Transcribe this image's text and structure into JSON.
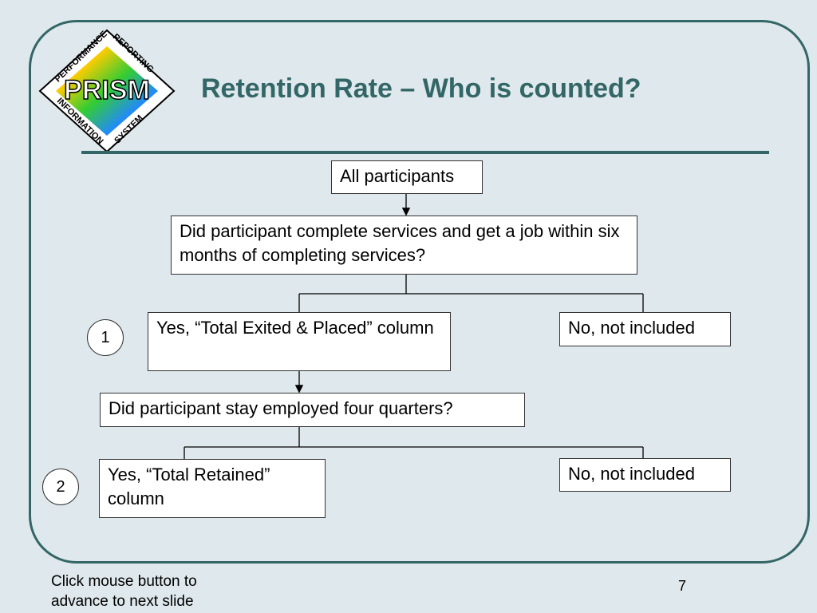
{
  "logo": {
    "text_top_left": "PERFORMANCE",
    "text_top_right": "REPORTING",
    "text_bottom_left": "INFORMATION",
    "text_bottom_right": "SYSTEM",
    "center": "PRISM"
  },
  "title": "Retention Rate – Who is counted?",
  "flow": {
    "start": "All participants",
    "q1": "Did participant complete services and get a job within six months of completing services?",
    "yes1": "Yes, “Total Exited & Placed” column",
    "no1": "No, not included",
    "q2": "Did participant stay employed four quarters?",
    "yes2": "Yes, “Total Retained” column",
    "no2": "No, not included",
    "marker1": "1",
    "marker2": "2"
  },
  "footer": {
    "hint": "Click mouse button to advance to next slide",
    "page": "7"
  },
  "colors": {
    "accent": "#336666",
    "background": "#dfe8ec"
  }
}
